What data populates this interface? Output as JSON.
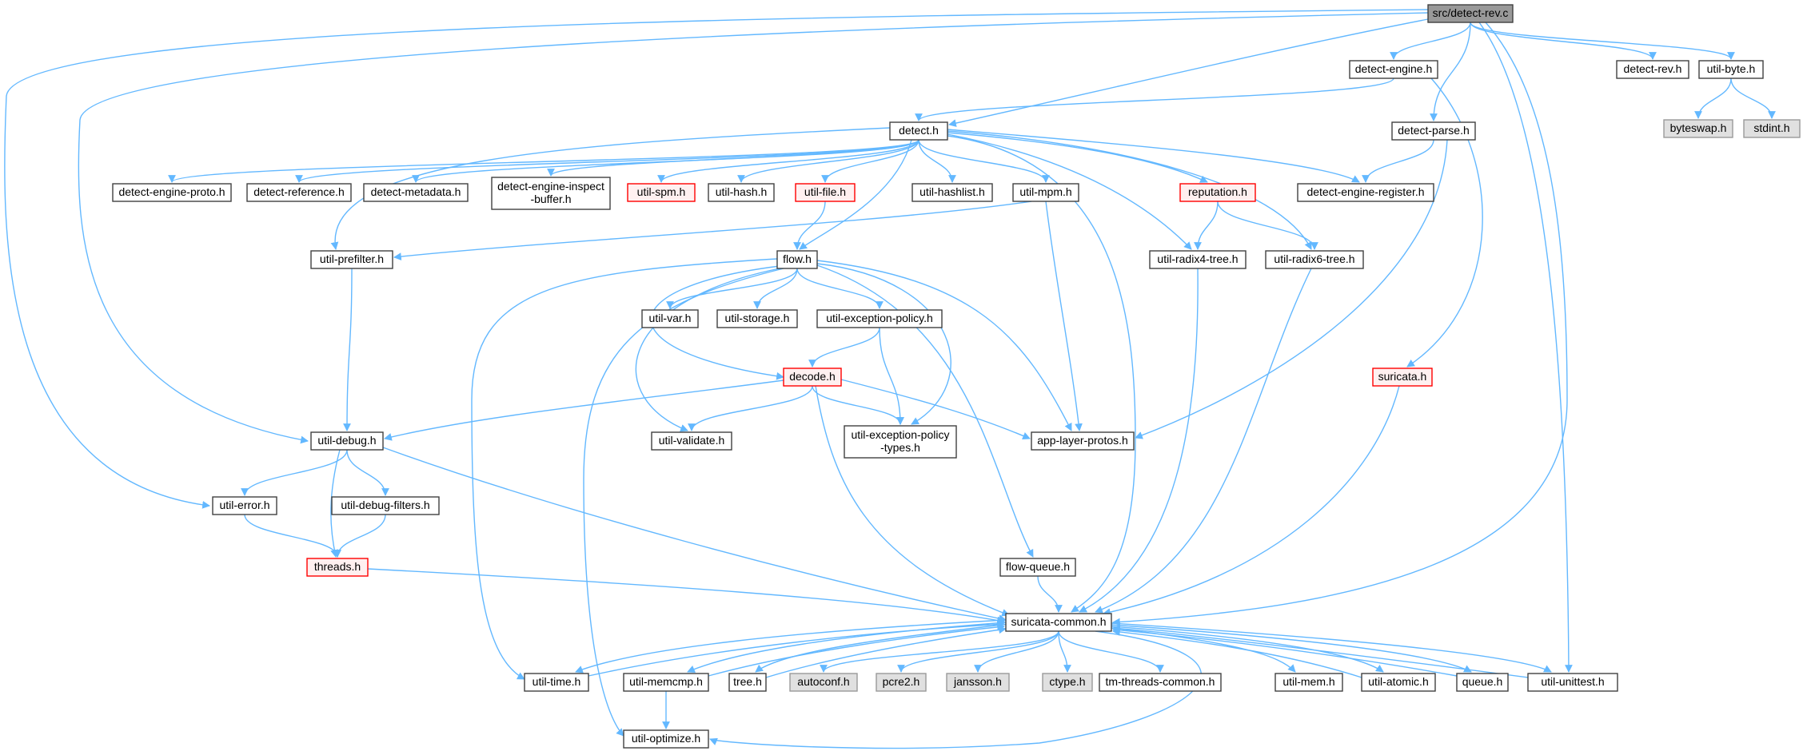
{
  "style": {
    "edge_color": "#63b8ff",
    "root_fill": "#999999",
    "normal_fill": "#ffffff",
    "normal_stroke": "#404040",
    "truncated_stroke": "#ff0000",
    "truncated_fill": "#fff0f0",
    "external_fill": "#e0e0e0",
    "external_stroke": "#999999"
  },
  "nodes": [
    {
      "id": "detect-rev-c",
      "lines": [
        "src/detect-rev.c"
      ],
      "kind": "root"
    },
    {
      "id": "detect-engine-h",
      "lines": [
        "detect-engine.h"
      ],
      "kind": "normal"
    },
    {
      "id": "detect-rev-h",
      "lines": [
        "detect-rev.h"
      ],
      "kind": "normal"
    },
    {
      "id": "util-byte-h",
      "lines": [
        "util-byte.h"
      ],
      "kind": "normal"
    },
    {
      "id": "byteswap-h",
      "lines": [
        "byteswap.h"
      ],
      "kind": "external"
    },
    {
      "id": "stdint-h",
      "lines": [
        "stdint.h"
      ],
      "kind": "external"
    },
    {
      "id": "detect-h",
      "lines": [
        "detect.h"
      ],
      "kind": "normal"
    },
    {
      "id": "detect-parse-h",
      "lines": [
        "detect-parse.h"
      ],
      "kind": "normal"
    },
    {
      "id": "detect-engine-proto-h",
      "lines": [
        "detect-engine-proto.h"
      ],
      "kind": "normal"
    },
    {
      "id": "detect-reference-h",
      "lines": [
        "detect-reference.h"
      ],
      "kind": "normal"
    },
    {
      "id": "detect-metadata-h",
      "lines": [
        "detect-metadata.h"
      ],
      "kind": "normal"
    },
    {
      "id": "detect-engine-inspect-buffer-h",
      "lines": [
        "detect-engine-inspect",
        "-buffer.h"
      ],
      "kind": "normal"
    },
    {
      "id": "util-spm-h",
      "lines": [
        "util-spm.h"
      ],
      "kind": "truncated"
    },
    {
      "id": "util-hash-h",
      "lines": [
        "util-hash.h"
      ],
      "kind": "normal"
    },
    {
      "id": "util-file-h",
      "lines": [
        "util-file.h"
      ],
      "kind": "truncated"
    },
    {
      "id": "util-hashlist-h",
      "lines": [
        "util-hashlist.h"
      ],
      "kind": "normal"
    },
    {
      "id": "util-mpm-h",
      "lines": [
        "util-mpm.h"
      ],
      "kind": "normal"
    },
    {
      "id": "reputation-h",
      "lines": [
        "reputation.h"
      ],
      "kind": "truncated"
    },
    {
      "id": "detect-engine-register-h",
      "lines": [
        "detect-engine-register.h"
      ],
      "kind": "normal"
    },
    {
      "id": "util-prefilter-h",
      "lines": [
        "util-prefilter.h"
      ],
      "kind": "normal"
    },
    {
      "id": "flow-h",
      "lines": [
        "flow.h"
      ],
      "kind": "normal"
    },
    {
      "id": "util-radix4-tree-h",
      "lines": [
        "util-radix4-tree.h"
      ],
      "kind": "normal"
    },
    {
      "id": "util-radix6-tree-h",
      "lines": [
        "util-radix6-tree.h"
      ],
      "kind": "normal"
    },
    {
      "id": "util-var-h",
      "lines": [
        "util-var.h"
      ],
      "kind": "normal"
    },
    {
      "id": "util-storage-h",
      "lines": [
        "util-storage.h"
      ],
      "kind": "normal"
    },
    {
      "id": "util-exception-policy-h",
      "lines": [
        "util-exception-policy.h"
      ],
      "kind": "normal"
    },
    {
      "id": "decode-h",
      "lines": [
        "decode.h"
      ],
      "kind": "truncated"
    },
    {
      "id": "suricata-h",
      "lines": [
        "suricata.h"
      ],
      "kind": "truncated"
    },
    {
      "id": "util-debug-h",
      "lines": [
        "util-debug.h"
      ],
      "kind": "normal"
    },
    {
      "id": "util-validate-h",
      "lines": [
        "util-validate.h"
      ],
      "kind": "normal"
    },
    {
      "id": "util-exception-policy-types-h",
      "lines": [
        "util-exception-policy",
        "-types.h"
      ],
      "kind": "normal"
    },
    {
      "id": "app-layer-protos-h",
      "lines": [
        "app-layer-protos.h"
      ],
      "kind": "normal"
    },
    {
      "id": "util-error-h",
      "lines": [
        "util-error.h"
      ],
      "kind": "normal"
    },
    {
      "id": "util-debug-filters-h",
      "lines": [
        "util-debug-filters.h"
      ],
      "kind": "normal"
    },
    {
      "id": "threads-h",
      "lines": [
        "threads.h"
      ],
      "kind": "truncated"
    },
    {
      "id": "flow-queue-h",
      "lines": [
        "flow-queue.h"
      ],
      "kind": "normal"
    },
    {
      "id": "suricata-common-h",
      "lines": [
        "suricata-common.h"
      ],
      "kind": "normal"
    },
    {
      "id": "util-time-h",
      "lines": [
        "util-time.h"
      ],
      "kind": "normal"
    },
    {
      "id": "util-memcmp-h",
      "lines": [
        "util-memcmp.h"
      ],
      "kind": "normal"
    },
    {
      "id": "tree-h",
      "lines": [
        "tree.h"
      ],
      "kind": "normal"
    },
    {
      "id": "autoconf-h",
      "lines": [
        "autoconf.h"
      ],
      "kind": "external"
    },
    {
      "id": "pcre2-h",
      "lines": [
        "pcre2.h"
      ],
      "kind": "external"
    },
    {
      "id": "jansson-h",
      "lines": [
        "jansson.h"
      ],
      "kind": "external"
    },
    {
      "id": "ctype-h",
      "lines": [
        "ctype.h"
      ],
      "kind": "external"
    },
    {
      "id": "tm-threads-common-h",
      "lines": [
        "tm-threads-common.h"
      ],
      "kind": "normal"
    },
    {
      "id": "util-mem-h",
      "lines": [
        "util-mem.h"
      ],
      "kind": "normal"
    },
    {
      "id": "util-atomic-h",
      "lines": [
        "util-atomic.h"
      ],
      "kind": "normal"
    },
    {
      "id": "queue-h",
      "lines": [
        "queue.h"
      ],
      "kind": "normal"
    },
    {
      "id": "util-unittest-h",
      "lines": [
        "util-unittest.h"
      ],
      "kind": "normal"
    },
    {
      "id": "util-optimize-h",
      "lines": [
        "util-optimize.h"
      ],
      "kind": "normal"
    }
  ],
  "edges": [
    [
      "detect-rev-c",
      "detect-engine-h"
    ],
    [
      "detect-rev-c",
      "detect-rev-h"
    ],
    [
      "detect-rev-c",
      "util-byte-h"
    ],
    [
      "detect-rev-c",
      "detect-h"
    ],
    [
      "detect-rev-c",
      "detect-parse-h"
    ],
    [
      "detect-rev-c",
      "suricata-common-h"
    ],
    [
      "detect-rev-c",
      "util-unittest-h"
    ],
    [
      "detect-rev-c",
      "util-debug-h"
    ],
    [
      "detect-rev-c",
      "util-error-h"
    ],
    [
      "util-byte-h",
      "byteswap-h"
    ],
    [
      "util-byte-h",
      "stdint-h"
    ],
    [
      "detect-engine-h",
      "detect-h"
    ],
    [
      "detect-engine-h",
      "suricata-h"
    ],
    [
      "detect-parse-h",
      "detect-engine-register-h"
    ],
    [
      "detect-parse-h",
      "app-layer-protos-h"
    ],
    [
      "detect-h",
      "detect-engine-proto-h"
    ],
    [
      "detect-h",
      "detect-reference-h"
    ],
    [
      "detect-h",
      "detect-metadata-h"
    ],
    [
      "detect-h",
      "detect-engine-inspect-buffer-h"
    ],
    [
      "detect-h",
      "util-spm-h"
    ],
    [
      "detect-h",
      "util-hash-h"
    ],
    [
      "detect-h",
      "util-file-h"
    ],
    [
      "detect-h",
      "util-hashlist-h"
    ],
    [
      "detect-h",
      "util-mpm-h"
    ],
    [
      "detect-h",
      "reputation-h"
    ],
    [
      "detect-h",
      "detect-engine-register-h"
    ],
    [
      "detect-h",
      "util-prefilter-h"
    ],
    [
      "detect-h",
      "flow-h"
    ],
    [
      "detect-h",
      "util-radix4-tree-h"
    ],
    [
      "detect-h",
      "util-radix6-tree-h"
    ],
    [
      "detect-h",
      "suricata-common-h"
    ],
    [
      "util-file-h",
      "flow-h"
    ],
    [
      "util-mpm-h",
      "util-prefilter-h"
    ],
    [
      "util-mpm-h",
      "app-layer-protos-h"
    ],
    [
      "reputation-h",
      "util-radix4-tree-h"
    ],
    [
      "reputation-h",
      "util-radix6-tree-h"
    ],
    [
      "util-prefilter-h",
      "util-debug-h"
    ],
    [
      "flow-h",
      "util-var-h"
    ],
    [
      "flow-h",
      "util-storage-h"
    ],
    [
      "flow-h",
      "util-exception-policy-h"
    ],
    [
      "flow-h",
      "decode-h"
    ],
    [
      "flow-h",
      "util-validate-h"
    ],
    [
      "flow-h",
      "util-exception-policy-types-h"
    ],
    [
      "flow-h",
      "app-layer-protos-h"
    ],
    [
      "flow-h",
      "flow-queue-h"
    ],
    [
      "flow-h",
      "util-time-h"
    ],
    [
      "flow-h",
      "util-optimize-h"
    ],
    [
      "util-exception-policy-h",
      "decode-h"
    ],
    [
      "util-exception-policy-h",
      "util-exception-policy-types-h"
    ],
    [
      "decode-h",
      "util-debug-h"
    ],
    [
      "decode-h",
      "util-validate-h"
    ],
    [
      "decode-h",
      "util-exception-policy-types-h"
    ],
    [
      "decode-h",
      "app-layer-protos-h"
    ],
    [
      "decode-h",
      "suricata-common-h"
    ],
    [
      "util-radix4-tree-h",
      "suricata-common-h"
    ],
    [
      "util-radix6-tree-h",
      "suricata-common-h"
    ],
    [
      "suricata-h",
      "suricata-common-h"
    ],
    [
      "util-debug-h",
      "util-error-h"
    ],
    [
      "util-debug-h",
      "util-debug-filters-h"
    ],
    [
      "util-debug-h",
      "threads-h"
    ],
    [
      "util-debug-h",
      "suricata-common-h"
    ],
    [
      "util-error-h",
      "threads-h"
    ],
    [
      "util-debug-filters-h",
      "threads-h"
    ],
    [
      "threads-h",
      "suricata-common-h"
    ],
    [
      "flow-queue-h",
      "suricata-common-h"
    ],
    [
      "suricata-common-h",
      "util-time-h"
    ],
    [
      "suricata-common-h",
      "util-memcmp-h"
    ],
    [
      "suricata-common-h",
      "tree-h"
    ],
    [
      "suricata-common-h",
      "autoconf-h"
    ],
    [
      "suricata-common-h",
      "pcre2-h"
    ],
    [
      "suricata-common-h",
      "jansson-h"
    ],
    [
      "suricata-common-h",
      "ctype-h"
    ],
    [
      "suricata-common-h",
      "tm-threads-common-h"
    ],
    [
      "suricata-common-h",
      "util-mem-h"
    ],
    [
      "suricata-common-h",
      "util-atomic-h"
    ],
    [
      "suricata-common-h",
      "queue-h"
    ],
    [
      "suricata-common-h",
      "util-unittest-h"
    ],
    [
      "suricata-common-h",
      "util-optimize-h"
    ],
    [
      "util-memcmp-h",
      "util-optimize-h"
    ],
    [
      "util-time-h",
      "suricata-common-h"
    ],
    [
      "util-memcmp-h",
      "suricata-common-h"
    ],
    [
      "tree-h",
      "suricata-common-h"
    ],
    [
      "util-atomic-h",
      "suricata-common-h"
    ],
    [
      "queue-h",
      "suricata-common-h"
    ],
    [
      "util-unittest-h",
      "suricata-common-h"
    ]
  ]
}
